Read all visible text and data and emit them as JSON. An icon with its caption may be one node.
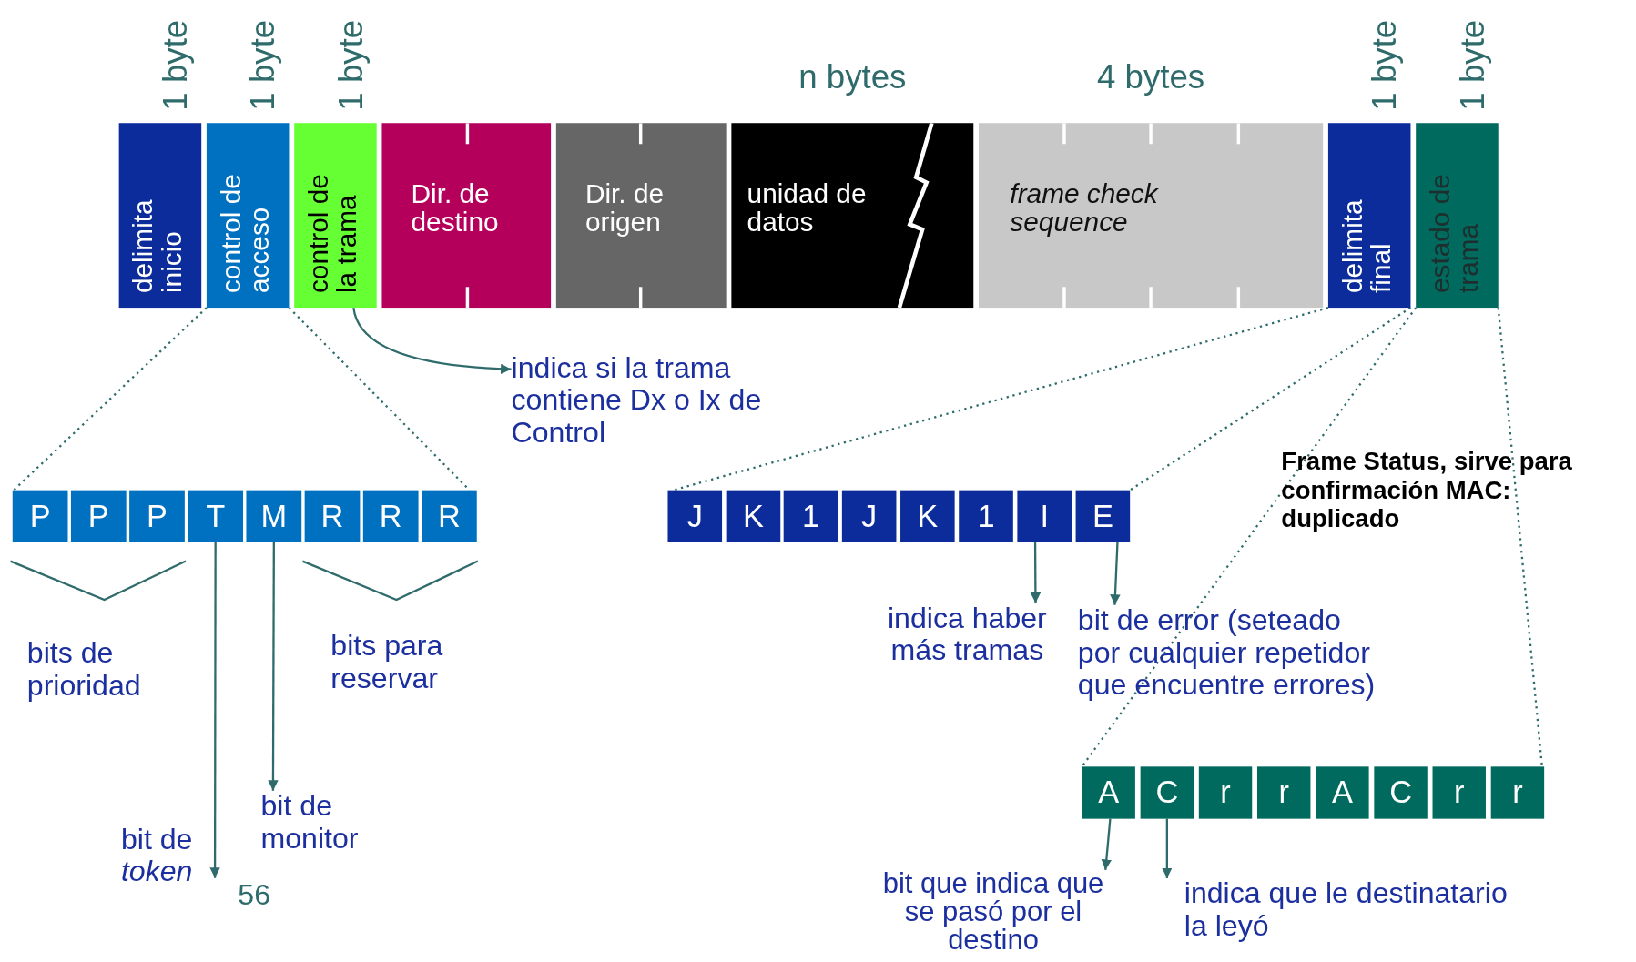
{
  "diagram": {
    "nodes": [
      {
        "text": [
          "delimita inicio"
        ],
        "beside": [
          "1 byte"
        ]
      },
      {
        "text": [
          "control de acceso"
        ],
        "beside": [
          "1 byte"
        ]
      },
      {
        "text": [
          "control de la trama"
        ],
        "beside": [
          "1 byte"
        ]
      },
      {
        "text": [
          "Dir. de destino"
        ]
      },
      {
        "text": [
          "Dir. de origen"
        ]
      },
      {
        "text": [
          "unidad de datos"
        ],
        "beside": [
          "n bytes"
        ]
      },
      {
        "text": [
          "frame check sequence"
        ],
        "beside": [
          "4 bytes"
        ]
      },
      {
        "text": [
          "delimita final"
        ],
        "beside": [
          "1 byte"
        ]
      },
      {
        "text": [
          "estado de trama"
        ],
        "beside": [
          "1 byte"
        ]
      },
      {
        "text": [
          "P"
        ]
      },
      {
        "text": [
          "P"
        ]
      },
      {
        "text": [
          "P"
        ]
      },
      {
        "text": [
          "T"
        ]
      },
      {
        "text": [
          "M"
        ]
      },
      {
        "text": [
          "R"
        ]
      },
      {
        "text": [
          "R"
        ]
      },
      {
        "text": [
          "R"
        ]
      },
      {
        "text": [
          "indica si la trama contiene Dx o Ix de Control"
        ]
      },
      {
        "text": [
          "J"
        ]
      },
      {
        "text": [
          "K"
        ]
      },
      {
        "text": [
          "1"
        ]
      },
      {
        "text": [
          "J"
        ]
      },
      {
        "text": [
          "K"
        ]
      },
      {
        "text": [
          "1"
        ]
      },
      {
        "text": [
          "I"
        ]
      },
      {
        "text": [
          "E"
        ]
      },
      {
        "text": [
          "A"
        ]
      },
      {
        "text": [
          "C"
        ]
      },
      {
        "text": [
          "r"
        ]
      },
      {
        "text": [
          "r"
        ]
      },
      {
        "text": [
          "A"
        ]
      },
      {
        "text": [
          "C"
        ]
      },
      {
        "text": [
          "r"
        ]
      },
      {
        "text": [
          "r"
        ]
      },
      {
        "text": [
          "bit de *token*"
        ]
      },
      {
        "text": [
          "bit de monitor"
        ]
      },
      {
        "text": [
          "indica haber más tramas"
        ]
      },
      {
        "text": [
          "bit de error (seteado por cualquier repetidor que encuentre errores)"
        ]
      },
      {
        "text": [
          "bit que indica que se pasó por el destino"
        ]
      },
      {
        "text": [
          "indica que le destinatario la leyó"
        ]
      }
    ],
    "edges": [
      {
        "from": 2,
        "to": 17,
        "arrow": "to"
      },
      {
        "from": 1,
        "to": 9,
        "arrow": "none",
        "style": "dashed"
      },
      {
        "from": 1,
        "to": 16,
        "arrow": "none",
        "style": "dashed"
      },
      {
        "from": 7,
        "to": 18,
        "arrow": "none",
        "style": "dashed"
      },
      {
        "from": 7,
        "to": 25,
        "arrow": "none",
        "style": "dashed"
      },
      {
        "from": 8,
        "to": 26,
        "arrow": "none",
        "style": "dashed"
      },
      {
        "from": 8,
        "to": 33,
        "arrow": "none",
        "style": "dashed"
      },
      {
        "from": 12,
        "to": 34,
        "arrow": "to"
      },
      {
        "from": 13,
        "to": 35,
        "arrow": "to"
      },
      {
        "from": 24,
        "to": 36,
        "arrow": "to"
      },
      {
        "from": 25,
        "to": 37,
        "arrow": "to"
      },
      {
        "from": 26,
        "to": 38,
        "arrow": "to"
      },
      {
        "from": 27,
        "to": 39,
        "arrow": "to"
      }
    ],
    "labels": [
      "bits de prioridad",
      "bits para reservar",
      "Frame Status, sirve para confirmación MAC: duplicado",
      "56"
    ]
  }
}
